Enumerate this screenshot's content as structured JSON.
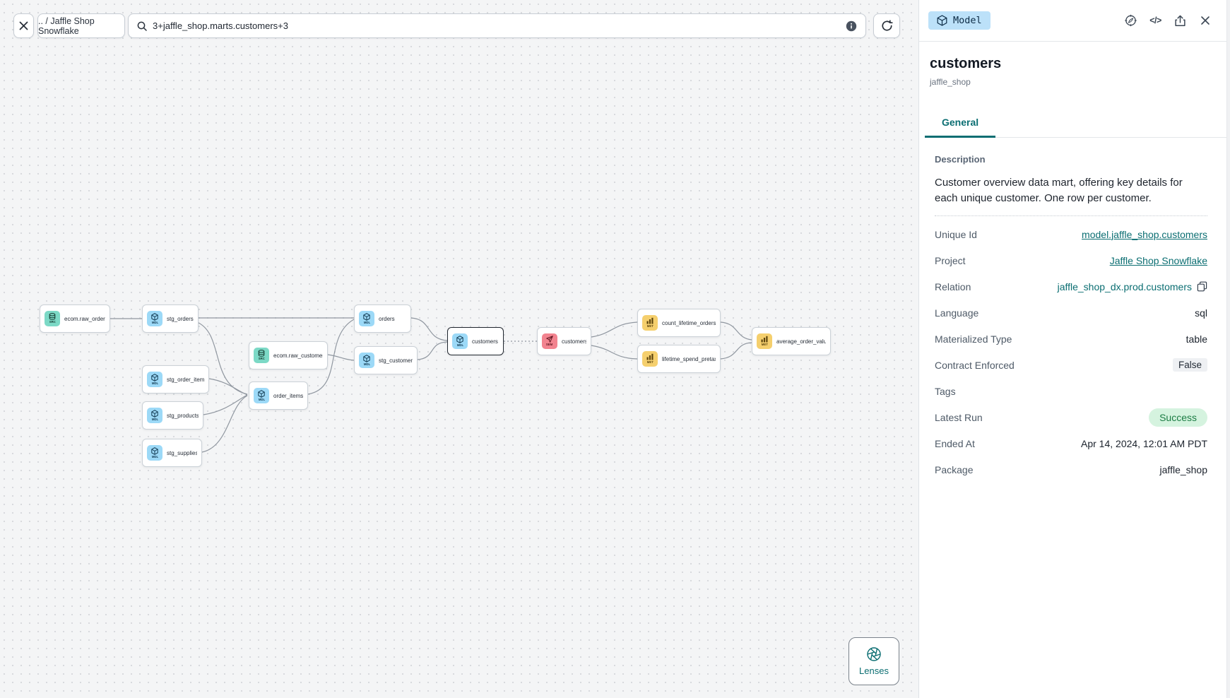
{
  "colors": {
    "accent_teal": "#0B6E72",
    "model_blue": "#9CD9F7",
    "source_teal": "#7CD9C6",
    "semantic_red": "#F2838F",
    "metric_yellow": "#F5CF6D",
    "type_badge_bg": "#BCE1F9",
    "success_bg": "#D5F3DF",
    "success_text": "#1C7C44"
  },
  "toolbar": {
    "breadcrumb": ".. / Jaffle Shop Snowflake",
    "search_value": "3+jaffle_shop.marts.customers+3"
  },
  "lenses": {
    "label": "Lenses"
  },
  "panel": {
    "type_badge_label": "Model",
    "title": "customers",
    "subtitle": "jaffle_shop",
    "tab": "General",
    "description_label": "Description",
    "description_text": "Customer overview data mart, offering key details for each unique customer. One row per customer.",
    "fields": {
      "unique_id": {
        "label": "Unique Id",
        "value": "model.jaffle_shop.customers"
      },
      "project": {
        "label": "Project",
        "value": "Jaffle Shop Snowflake"
      },
      "relation": {
        "label": "Relation",
        "value": "jaffle_shop_dx.prod.customers"
      },
      "language": {
        "label": "Language",
        "value": "sql"
      },
      "materialized_type": {
        "label": "Materialized Type",
        "value": "table"
      },
      "contract_enforced": {
        "label": "Contract Enforced",
        "value": "False"
      },
      "tags": {
        "label": "Tags",
        "value": ""
      },
      "latest_run": {
        "label": "Latest Run",
        "value": "Success"
      },
      "ended_at": {
        "label": "Ended At",
        "value": "Apr 14, 2024, 12:01 AM PDT"
      },
      "package": {
        "label": "Package",
        "value": "jaffle_shop"
      }
    }
  },
  "graph": {
    "nodes": [
      {
        "label": "ecom.raw_orders",
        "type": "source",
        "type_label": "SRC"
      },
      {
        "label": "stg_orders",
        "type": "model",
        "type_label": "MDL"
      },
      {
        "label": "stg_order_items",
        "type": "model",
        "type_label": "MDL"
      },
      {
        "label": "stg_products",
        "type": "model",
        "type_label": "MDL"
      },
      {
        "label": "stg_supplies",
        "type": "model",
        "type_label": "MDL"
      },
      {
        "label": "ecom.raw_customers",
        "type": "source",
        "type_label": "SRC"
      },
      {
        "label": "order_items",
        "type": "model",
        "type_label": "MDL"
      },
      {
        "label": "stg_customers",
        "type": "model",
        "type_label": "MDL"
      },
      {
        "label": "orders",
        "type": "model",
        "type_label": "MDL"
      },
      {
        "label": "customers",
        "type": "model",
        "type_label": "MDL",
        "selected": true
      },
      {
        "label": "customers",
        "type": "semantic_model",
        "type_label": "SEM"
      },
      {
        "label": "count_lifetime_orders",
        "type": "metric",
        "type_label": "MET"
      },
      {
        "label": "lifetime_spend_pretax",
        "type": "metric",
        "type_label": "MET"
      },
      {
        "label": "average_order_value",
        "type": "metric",
        "type_label": "MET"
      }
    ]
  }
}
